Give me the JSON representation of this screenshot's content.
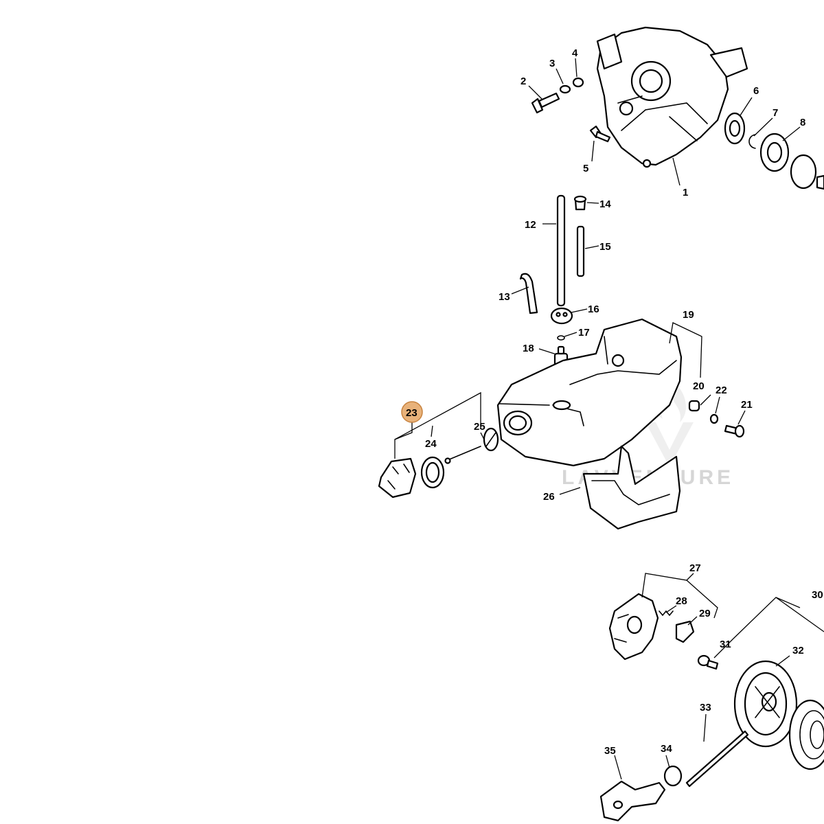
{
  "callouts": [
    {
      "id": "1",
      "label": "1"
    },
    {
      "id": "2",
      "label": "2"
    },
    {
      "id": "3",
      "label": "3"
    },
    {
      "id": "4",
      "label": "4"
    },
    {
      "id": "5",
      "label": "5"
    },
    {
      "id": "6",
      "label": "6"
    },
    {
      "id": "7",
      "label": "7"
    },
    {
      "id": "8",
      "label": "8"
    },
    {
      "id": "12",
      "label": "12"
    },
    {
      "id": "13",
      "label": "13"
    },
    {
      "id": "14",
      "label": "14"
    },
    {
      "id": "15",
      "label": "15"
    },
    {
      "id": "16",
      "label": "16"
    },
    {
      "id": "17",
      "label": "17"
    },
    {
      "id": "18",
      "label": "18"
    },
    {
      "id": "19",
      "label": "19"
    },
    {
      "id": "20",
      "label": "20"
    },
    {
      "id": "21",
      "label": "21"
    },
    {
      "id": "22",
      "label": "22"
    },
    {
      "id": "23",
      "label": "23"
    },
    {
      "id": "24",
      "label": "24"
    },
    {
      "id": "25",
      "label": "25"
    },
    {
      "id": "26",
      "label": "26"
    },
    {
      "id": "27",
      "label": "27"
    },
    {
      "id": "28",
      "label": "28"
    },
    {
      "id": "29",
      "label": "29"
    },
    {
      "id": "30",
      "label": "30"
    },
    {
      "id": "31",
      "label": "31"
    },
    {
      "id": "32",
      "label": "32"
    },
    {
      "id": "33",
      "label": "33"
    },
    {
      "id": "34",
      "label": "34"
    },
    {
      "id": "35",
      "label": "35"
    }
  ],
  "highlighted_callout": "23",
  "highlight_color": "#e8b27a",
  "highlight_border_color": "#c7823e",
  "watermark": "LAVVENTURE",
  "icons": {
    "watermark_logo": "lv-flame-logo-icon"
  }
}
